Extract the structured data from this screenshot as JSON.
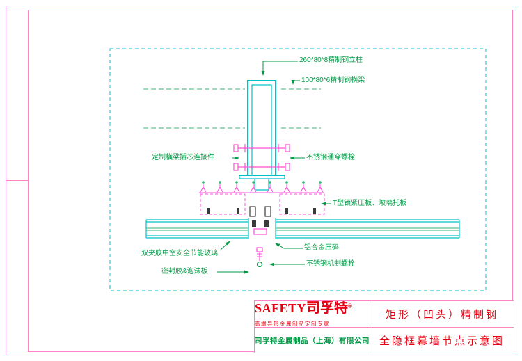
{
  "colors": {
    "frame_pink": "#ff82c4",
    "profile_cyan": "#00c0c8",
    "detail_magenta": "#ff4fd8",
    "hidden_line_green": "#37b377",
    "annotation_green": "#009944",
    "brand_red": "#e60012"
  },
  "annotations": [
    {
      "id": "column",
      "text": "260*80*8精制钢立柱"
    },
    {
      "id": "beam",
      "text": "100*80*6精制钢横梁"
    },
    {
      "id": "connector",
      "text": "定制横梁插芯连接件"
    },
    {
      "id": "through-bolt",
      "text": "不锈钢通穿螺栓"
    },
    {
      "id": "t-plate",
      "text": "T型锁紧压板、玻璃托板"
    },
    {
      "id": "glass",
      "text": "双夹胶中空安全节能玻璃"
    },
    {
      "id": "alu-clip",
      "text": "铝合金压码"
    },
    {
      "id": "sealant",
      "text": "密封胶&泡沫板"
    },
    {
      "id": "machine-bolt",
      "text": "不锈钢机制螺栓"
    }
  ],
  "title_block": {
    "logo_en": "SAFETY",
    "logo_cn": "司孚特",
    "logo_reg": "®",
    "tagline": "高端异形金属制品定制专家",
    "company": "司孚特金属制品（上海）有限公司",
    "product_type": "矩形（凹头）精制钢",
    "drawing_title": "全隐框幕墙节点示意图"
  }
}
